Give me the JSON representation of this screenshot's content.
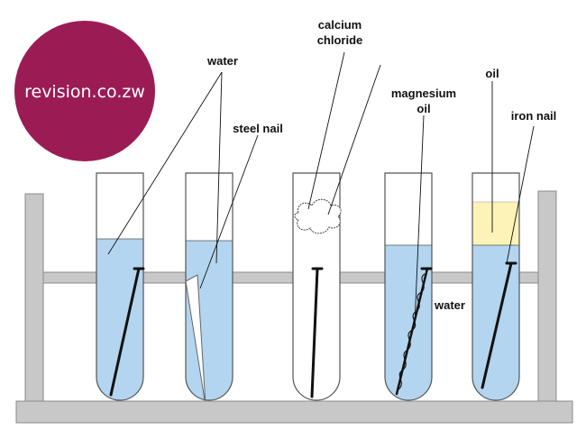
{
  "logo": {
    "text": "revision.co.zw",
    "color": "#9b1c55"
  },
  "labels": {
    "water_left": "water",
    "steel_nail": "steel nail",
    "calcium_1": "calcium",
    "calcium_2": "chloride",
    "magnesium_1": "magnesium",
    "magnesium_2": "oil",
    "oil": "oil",
    "iron_nail": "iron nail",
    "water_right": "water"
  },
  "colors": {
    "water": "#b3d5ef",
    "oil": "#fdf3b8",
    "rack": "#c8c8c8",
    "rack_stroke": "#8a8a8a",
    "tube_stroke": "#555555",
    "nail": "#111111"
  },
  "tubes": [
    {
      "name": "water-and-nail",
      "liquid": "water"
    },
    {
      "name": "water-and-steel-nail",
      "liquid": "water"
    },
    {
      "name": "calcium-chloride-dry",
      "liquid": "none"
    },
    {
      "name": "magnesium-in-water",
      "liquid": "water"
    },
    {
      "name": "oil-over-water",
      "liquid": "oil-over-water"
    }
  ]
}
